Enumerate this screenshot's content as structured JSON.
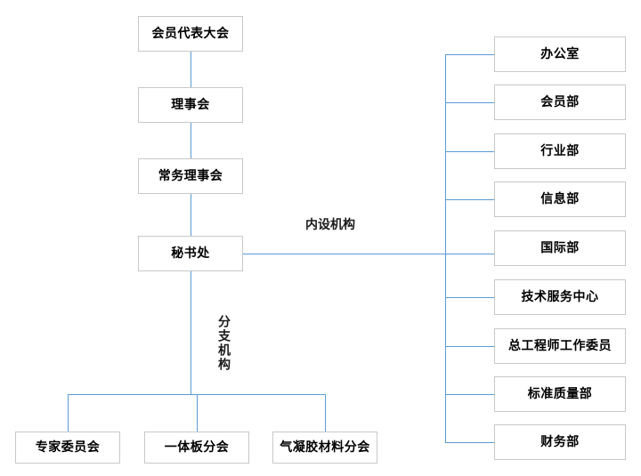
{
  "diagram": {
    "title_text": "",
    "colors": {
      "connector": "#5b9bd5",
      "node_border": "#c8c8c8",
      "node_fill": "#ffffff",
      "text": "#000000",
      "background": "#ffffff"
    },
    "main_chain": [
      {
        "label": "会员代表大会"
      },
      {
        "label": "理事会"
      },
      {
        "label": "常务理事会"
      },
      {
        "label": "秘书处"
      }
    ],
    "edge_labels": {
      "internal_units": "内设机构",
      "branch_units": "分支机构"
    },
    "internal_units": [
      {
        "label": "办公室"
      },
      {
        "label": "会员部"
      },
      {
        "label": "行业部"
      },
      {
        "label": "信息部"
      },
      {
        "label": "国际部"
      },
      {
        "label": "技术服务中心"
      },
      {
        "label": "总工程师工作委员"
      },
      {
        "label": "标准质量部"
      },
      {
        "label": "财务部"
      }
    ],
    "branch_units": [
      {
        "label": "专家委员会"
      },
      {
        "label": "一体板分会"
      },
      {
        "label": "气凝胶材料分会"
      }
    ]
  }
}
